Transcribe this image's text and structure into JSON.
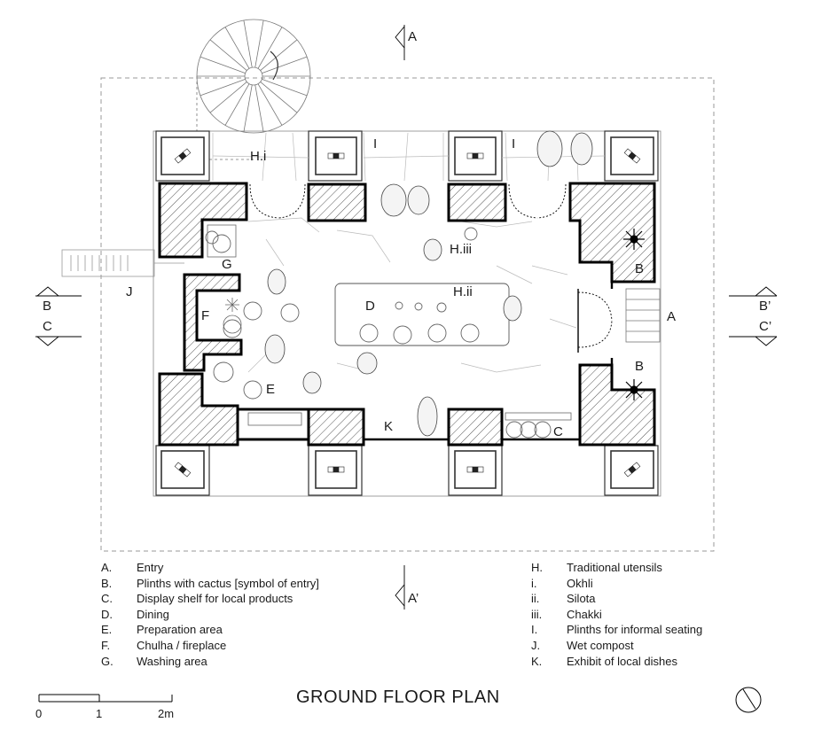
{
  "title": "GROUND FLOOR PLAN",
  "section_marks": {
    "a_top": "A",
    "a_bottom": "A’",
    "b_left": "B",
    "c_left": "C",
    "b_right": "B’",
    "c_right": "C’"
  },
  "plan_labels": {
    "A": "A",
    "B_top": "B",
    "B_bottom": "B",
    "C": "C",
    "D": "D",
    "E": "E",
    "F": "F",
    "G": "G",
    "J": "J",
    "K": "K",
    "I_left": "I",
    "I_right": "I",
    "Hi": "H.i",
    "Hii": "H.ii",
    "Hiii": "H.iii"
  },
  "legend_left": [
    {
      "key": "A.",
      "text": "Entry"
    },
    {
      "key": "B.",
      "text": "Plinths with cactus [symbol of entry]"
    },
    {
      "key": "C.",
      "text": "Display shelf for local products"
    },
    {
      "key": "D.",
      "text": "Dining"
    },
    {
      "key": "E.",
      "text": "Preparation area"
    },
    {
      "key": "F.",
      "text": "Chulha / fireplace"
    },
    {
      "key": "G.",
      "text": "Washing area"
    }
  ],
  "legend_right": [
    {
      "key": "H.",
      "text": "Traditional utensils"
    },
    {
      "key": "i.",
      "text": "Okhli"
    },
    {
      "key": "ii.",
      "text": "Silota"
    },
    {
      "key": "iii.",
      "text": "Chakki"
    },
    {
      "key": "I.",
      "text": "Plinths for informal seating"
    },
    {
      "key": "J.",
      "text": "Wet compost"
    },
    {
      "key": "K.",
      "text": "Exhibit of local dishes"
    }
  ],
  "scale": {
    "t0": "0",
    "t1": "1",
    "t2": "2m"
  },
  "icons": {
    "north": "north-arrow-icon"
  }
}
